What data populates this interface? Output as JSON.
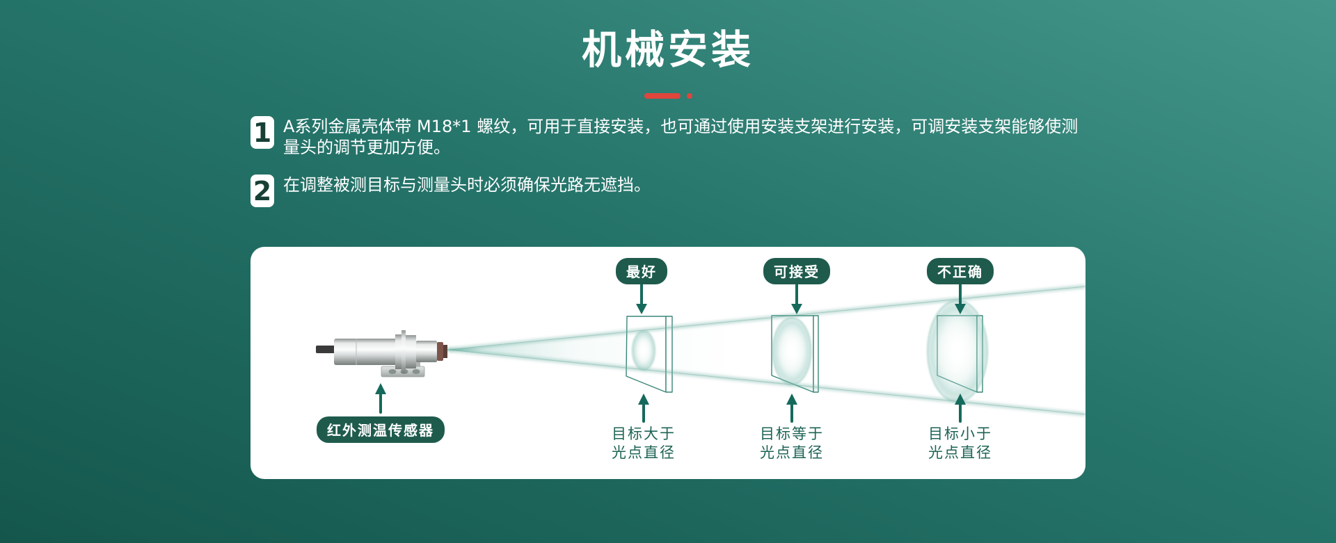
{
  "header": {
    "title": "机械安装"
  },
  "points": [
    {
      "number": "1",
      "text": "A系列金属壳体带 M18*1 螺纹，可用于直接安装，也可通过使用安装支架进行安装，可调安装支架能够使测量头的调节更加方便。"
    },
    {
      "number": "2",
      "text": "在调整被测目标与测量头时必须确保光路无遮挡。"
    }
  ],
  "diagram": {
    "sensor_label": "红外测温传感器",
    "targets": [
      {
        "tag": "最好",
        "caption_line1": "目标大于",
        "caption_line2": "光点直径"
      },
      {
        "tag": "可接受",
        "caption_line1": "目标等于",
        "caption_line2": "光点直径"
      },
      {
        "tag": "不正确",
        "caption_line1": "目标小于",
        "caption_line2": "光点直径"
      }
    ]
  },
  "colors": {
    "accent_red": "#e0463c",
    "pill_green": "#1f5b4d",
    "caption_green": "#1d6355",
    "background_dark": "#14564c",
    "background_light": "#44968a",
    "card_white": "#ffffff",
    "cone_teal": "#8ec4ba"
  }
}
